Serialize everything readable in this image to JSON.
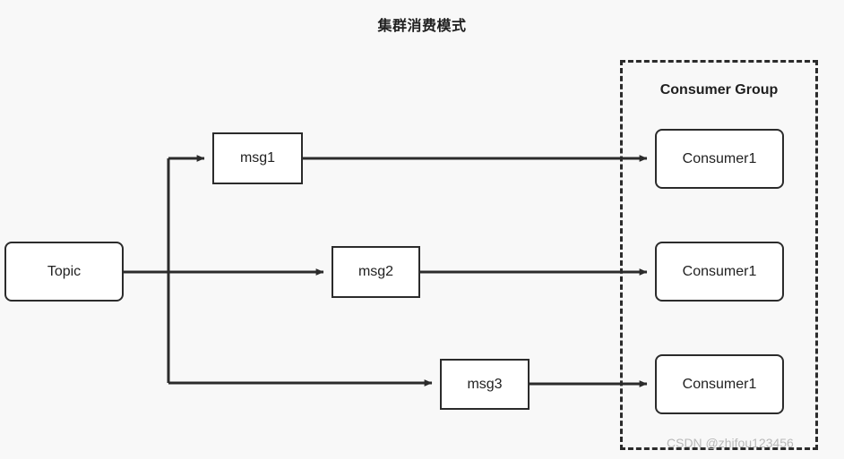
{
  "diagram": {
    "title": "集群消费模式",
    "background_color": "#f8f8f8",
    "stroke_color": "#2b2b2b",
    "node_fill": "#ffffff",
    "watermark": "CSDN @zhifou123456",
    "group": {
      "label": "Consumer Group",
      "border_style": "dashed"
    },
    "nodes": {
      "topic": {
        "label": "Topic",
        "shape": "rounded-rect"
      },
      "msg1": {
        "label": "msg1",
        "shape": "rect"
      },
      "msg2": {
        "label": "msg2",
        "shape": "rect"
      },
      "msg3": {
        "label": "msg3",
        "shape": "rect"
      },
      "consumer1": {
        "label": "Consumer1",
        "shape": "rounded-rect"
      },
      "consumer2": {
        "label": "Consumer1",
        "shape": "rounded-rect"
      },
      "consumer3": {
        "label": "Consumer1",
        "shape": "rounded-rect"
      }
    },
    "edges": [
      {
        "from": "topic",
        "to": "msg1",
        "arrow": true
      },
      {
        "from": "topic",
        "to": "msg2",
        "arrow": true
      },
      {
        "from": "topic",
        "to": "msg3",
        "arrow": true
      },
      {
        "from": "msg1",
        "to": "consumer1",
        "arrow": true
      },
      {
        "from": "msg2",
        "to": "consumer2",
        "arrow": true
      },
      {
        "from": "msg3",
        "to": "consumer3",
        "arrow": true
      }
    ]
  }
}
